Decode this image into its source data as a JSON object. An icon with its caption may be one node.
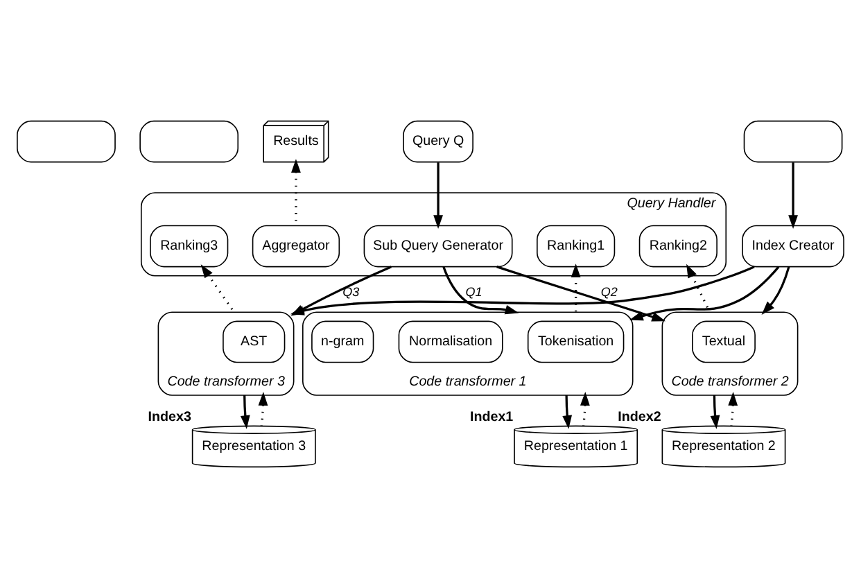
{
  "diagram": {
    "nodes": [
      {
        "text": [],
        "shape": "box"
      },
      {
        "text": [],
        "shape": "box"
      },
      {
        "text": [],
        "shape": "box"
      },
      {
        "text": [
          "Query Q"
        ]
      },
      {
        "text": [
          "Results"
        ]
      },
      {
        "text": [
          "Query Handler"
        ]
      },
      {
        "text": [
          "Sub Query Generator"
        ],
        "in": 5
      },
      {
        "text": [
          "Aggregator"
        ],
        "in": 5
      },
      {
        "text": [
          "Ranking1"
        ],
        "in": 5
      },
      {
        "text": [
          "Ranking2"
        ],
        "in": 5
      },
      {
        "text": [
          "Ranking3"
        ],
        "in": 5
      },
      {
        "text": [
          "Index Creator"
        ]
      },
      {
        "text": [
          "Code transformer 1"
        ]
      },
      {
        "text": [
          "Tokenisation"
        ],
        "in": 12
      },
      {
        "text": [
          "Normalisation"
        ],
        "in": 12
      },
      {
        "text": [
          "n-gram"
        ],
        "in": 12
      },
      {
        "text": [
          "Code transformer 2"
        ]
      },
      {
        "text": [
          "Textual"
        ],
        "in": 16
      },
      {
        "text": [
          "Code transformer 3"
        ]
      },
      {
        "text": [
          "AST"
        ],
        "in": 18
      },
      {
        "text": [
          "Representation 1"
        ],
        "beside": [
          "Index1"
        ]
      },
      {
        "text": [
          "Representation 2"
        ],
        "beside": [
          "Index2"
        ]
      },
      {
        "text": [
          "Representation 3"
        ],
        "beside": [
          "Index3"
        ]
      }
    ],
    "edges": [
      {
        "from": 2,
        "to": 11,
        "arrow": "to"
      },
      {
        "from": 3,
        "to": 6,
        "arrow": "to"
      },
      {
        "from": 11,
        "to": 12,
        "arrow": "to"
      },
      {
        "from": 11,
        "to": 16,
        "arrow": "to"
      },
      {
        "from": 11,
        "to": 18,
        "arrow": "to"
      },
      {
        "from": 6,
        "to": 12,
        "arrow": "to",
        "label": "Q1"
      },
      {
        "from": 6,
        "to": 16,
        "arrow": "to",
        "label": "Q2"
      },
      {
        "from": 6,
        "to": 18,
        "arrow": "to",
        "label": "Q3"
      },
      {
        "from": 12,
        "to": 8,
        "arrow": "to",
        "style": "dashed"
      },
      {
        "from": 16,
        "to": 9,
        "arrow": "to",
        "style": "dashed"
      },
      {
        "from": 18,
        "to": 10,
        "arrow": "to",
        "style": "dashed"
      },
      {
        "from": 7,
        "to": 4,
        "arrow": "to",
        "style": "dashed"
      },
      {
        "from": 12,
        "to": 20,
        "arrow": "to"
      },
      {
        "from": 20,
        "to": 12,
        "arrow": "to",
        "style": "dashed"
      },
      {
        "from": 16,
        "to": 21,
        "arrow": "to"
      },
      {
        "from": 21,
        "to": 16,
        "arrow": "to",
        "style": "dashed"
      },
      {
        "from": 18,
        "to": 22,
        "arrow": "to"
      },
      {
        "from": 22,
        "to": 18,
        "arrow": "to",
        "style": "dashed"
      }
    ]
  }
}
